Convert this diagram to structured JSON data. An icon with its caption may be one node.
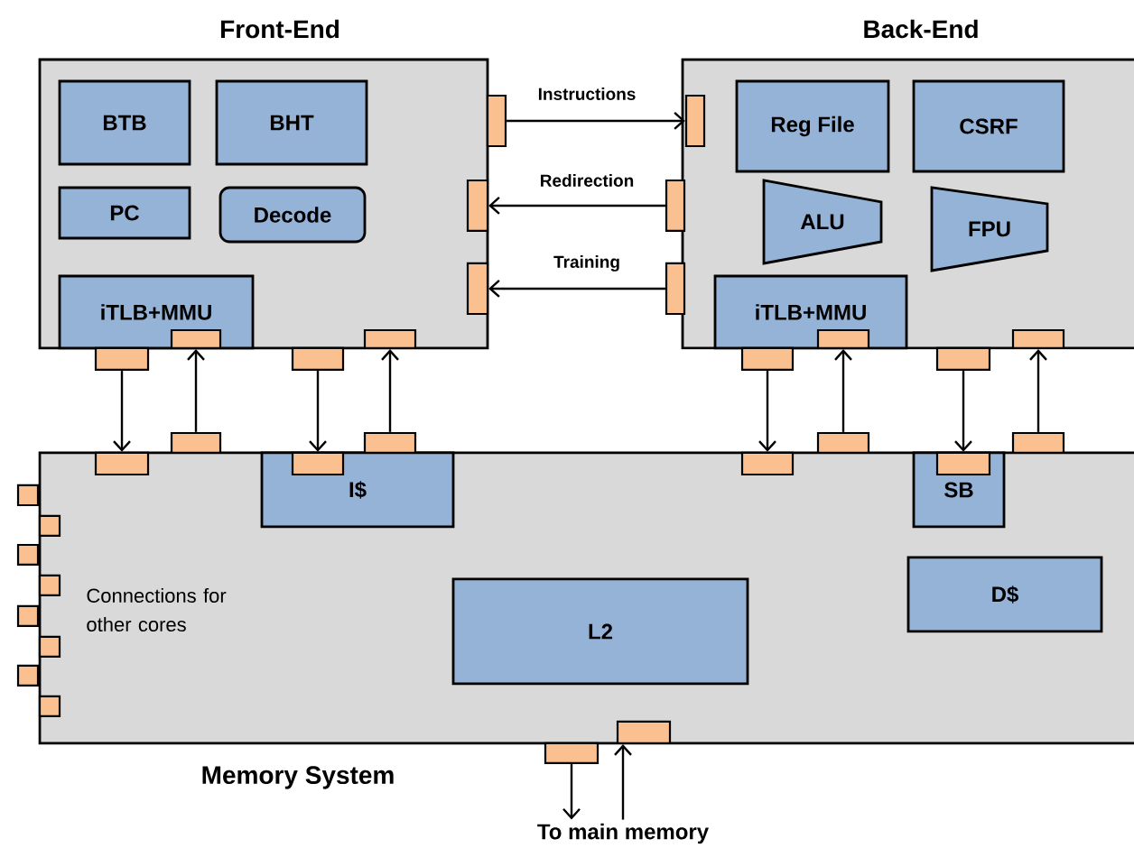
{
  "diagram": {
    "nodes": [
      {
        "text": [
          "Front-End"
        ]
      },
      {
        "text": [
          "BTB"
        ],
        "in": 0
      },
      {
        "text": [
          "BHT"
        ],
        "in": 0
      },
      {
        "text": [
          "PC"
        ],
        "in": 0
      },
      {
        "text": [
          "Decode"
        ],
        "in": 0
      },
      {
        "text": [
          "iTLB+MMU"
        ],
        "in": 0
      },
      {
        "text": [
          "Back-End"
        ]
      },
      {
        "text": [
          "Reg File"
        ],
        "in": 6
      },
      {
        "text": [
          "CSRF"
        ],
        "in": 6
      },
      {
        "text": [
          "ALU"
        ],
        "in": 6
      },
      {
        "text": [
          "FPU"
        ],
        "in": 6
      },
      {
        "text": [
          "iTLB+MMU"
        ],
        "in": 6
      },
      {
        "text": [
          "Memory System"
        ]
      },
      {
        "text": [
          "I$"
        ],
        "in": 12
      },
      {
        "text": [
          "SB"
        ],
        "in": 12
      },
      {
        "text": [
          "D$"
        ],
        "in": 12
      },
      {
        "text": [
          "L2"
        ],
        "in": 12
      },
      {
        "text": [],
        "shape": "box"
      },
      {
        "text": [],
        "shape": "box",
        "in": 0
      },
      {
        "text": [],
        "shape": "box",
        "in": 0
      },
      {
        "text": [],
        "shape": "box"
      },
      {
        "text": [],
        "shape": "box",
        "in": 5
      },
      {
        "text": [],
        "shape": "box"
      },
      {
        "text": [],
        "shape": "box",
        "in": 0
      },
      {
        "text": [],
        "shape": "box",
        "in": 6
      },
      {
        "text": [],
        "shape": "box"
      },
      {
        "text": [],
        "shape": "box"
      },
      {
        "text": [],
        "shape": "box"
      },
      {
        "text": [],
        "shape": "box",
        "in": 11
      },
      {
        "text": [],
        "shape": "box"
      },
      {
        "text": [],
        "shape": "box",
        "in": 6
      },
      {
        "text": [],
        "shape": "box",
        "in": 12
      },
      {
        "text": [],
        "shape": "box"
      },
      {
        "text": [],
        "shape": "box",
        "in": 13
      },
      {
        "text": [],
        "shape": "box"
      },
      {
        "text": [],
        "shape": "box",
        "in": 12
      },
      {
        "text": [],
        "shape": "box"
      },
      {
        "text": [],
        "shape": "box",
        "in": 14
      },
      {
        "text": [],
        "shape": "box"
      },
      {
        "text": [],
        "shape": "box"
      },
      {
        "text": [],
        "shape": "box",
        "in": 12
      },
      {
        "text": [
          "To main memory"
        ]
      }
    ],
    "edges": [
      {
        "from": 17,
        "to": 24,
        "arrow": "to",
        "label": "Instructions"
      },
      {
        "from": 25,
        "to": 18,
        "arrow": "to",
        "label": "Redirection"
      },
      {
        "from": 26,
        "to": 19,
        "arrow": "to",
        "label": "Training"
      },
      {
        "from": 20,
        "to": 31,
        "arrow": "to"
      },
      {
        "from": 32,
        "to": 21,
        "arrow": "to"
      },
      {
        "from": 22,
        "to": 33,
        "arrow": "to"
      },
      {
        "from": 34,
        "to": 23,
        "arrow": "to"
      },
      {
        "from": 27,
        "to": 35,
        "arrow": "to"
      },
      {
        "from": 36,
        "to": 28,
        "arrow": "to"
      },
      {
        "from": 29,
        "to": 37,
        "arrow": "to"
      },
      {
        "from": 38,
        "to": 30,
        "arrow": "to"
      },
      {
        "from": 39,
        "to": 41,
        "arrow": "to"
      },
      {
        "from": 41,
        "to": 40,
        "arrow": "to"
      }
    ],
    "labels": [
      "Connections for other cores"
    ]
  }
}
